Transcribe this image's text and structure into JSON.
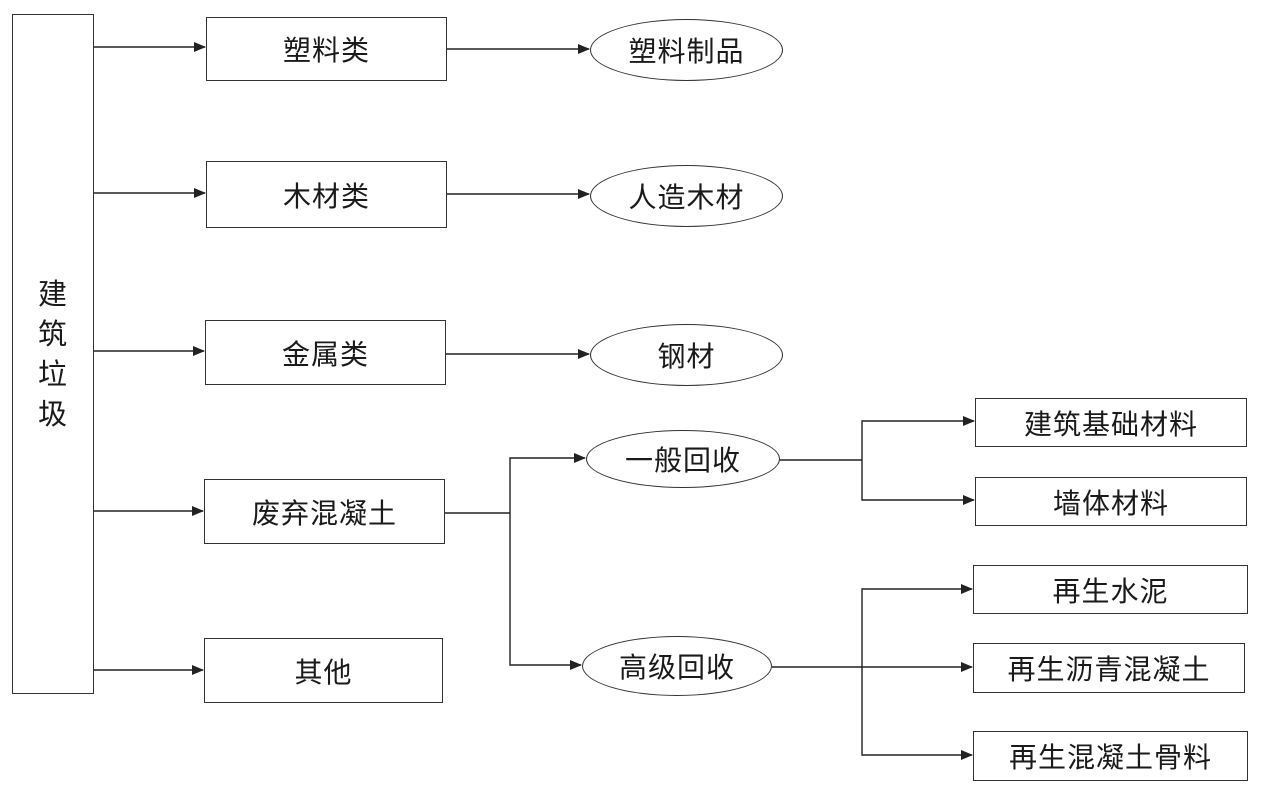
{
  "root": {
    "label": [
      "建",
      "筑",
      "垃",
      "圾"
    ]
  },
  "categories": {
    "plastic": "塑料类",
    "wood": "木材类",
    "metal": "金属类",
    "concrete": "废弃混凝土",
    "other": "其他"
  },
  "products": {
    "plastic": "塑料制品",
    "wood": "人造木材",
    "metal": "钢材"
  },
  "recycling": {
    "general": "一般回收",
    "advanced": "高级回收"
  },
  "general_outputs": [
    "建筑基础材料",
    "墙体材料"
  ],
  "advanced_outputs": [
    "再生水泥",
    "再生沥青混凝土",
    "再生混凝土骨料"
  ],
  "colors": {
    "line": "#222222",
    "border": "#333333",
    "text": "#1a1a1a"
  }
}
